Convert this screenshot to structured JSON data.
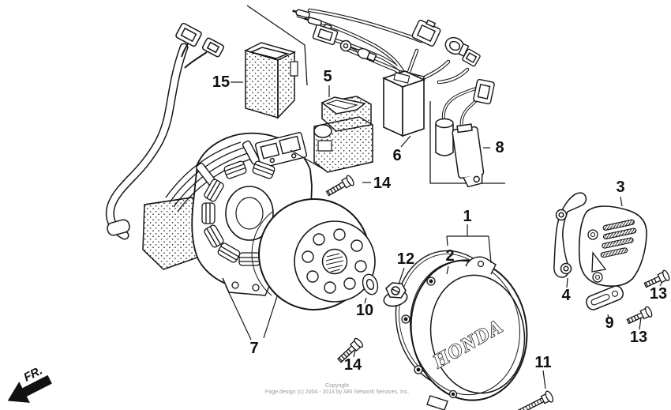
{
  "logo_text": "HONDA",
  "front_marker": "FR.",
  "copyright": {
    "line1": "Copyright",
    "line2": "Page design (c) 2004 - 2014 by ARI Network Services, Inc."
  },
  "colors": {
    "line": "#161616",
    "background": "#ffffff",
    "muted_text": "#9a9a9a"
  },
  "callouts": [
    {
      "label": "15"
    },
    {
      "label": "5"
    },
    {
      "label": "6"
    },
    {
      "label": "8"
    },
    {
      "label": "14"
    },
    {
      "label": "1"
    },
    {
      "label": "2"
    },
    {
      "label": "12"
    },
    {
      "label": "10"
    },
    {
      "label": "7"
    },
    {
      "label": "14"
    },
    {
      "label": "11"
    },
    {
      "label": "3"
    },
    {
      "label": "4"
    },
    {
      "label": "9"
    },
    {
      "label": "13"
    },
    {
      "label": "13"
    }
  ]
}
